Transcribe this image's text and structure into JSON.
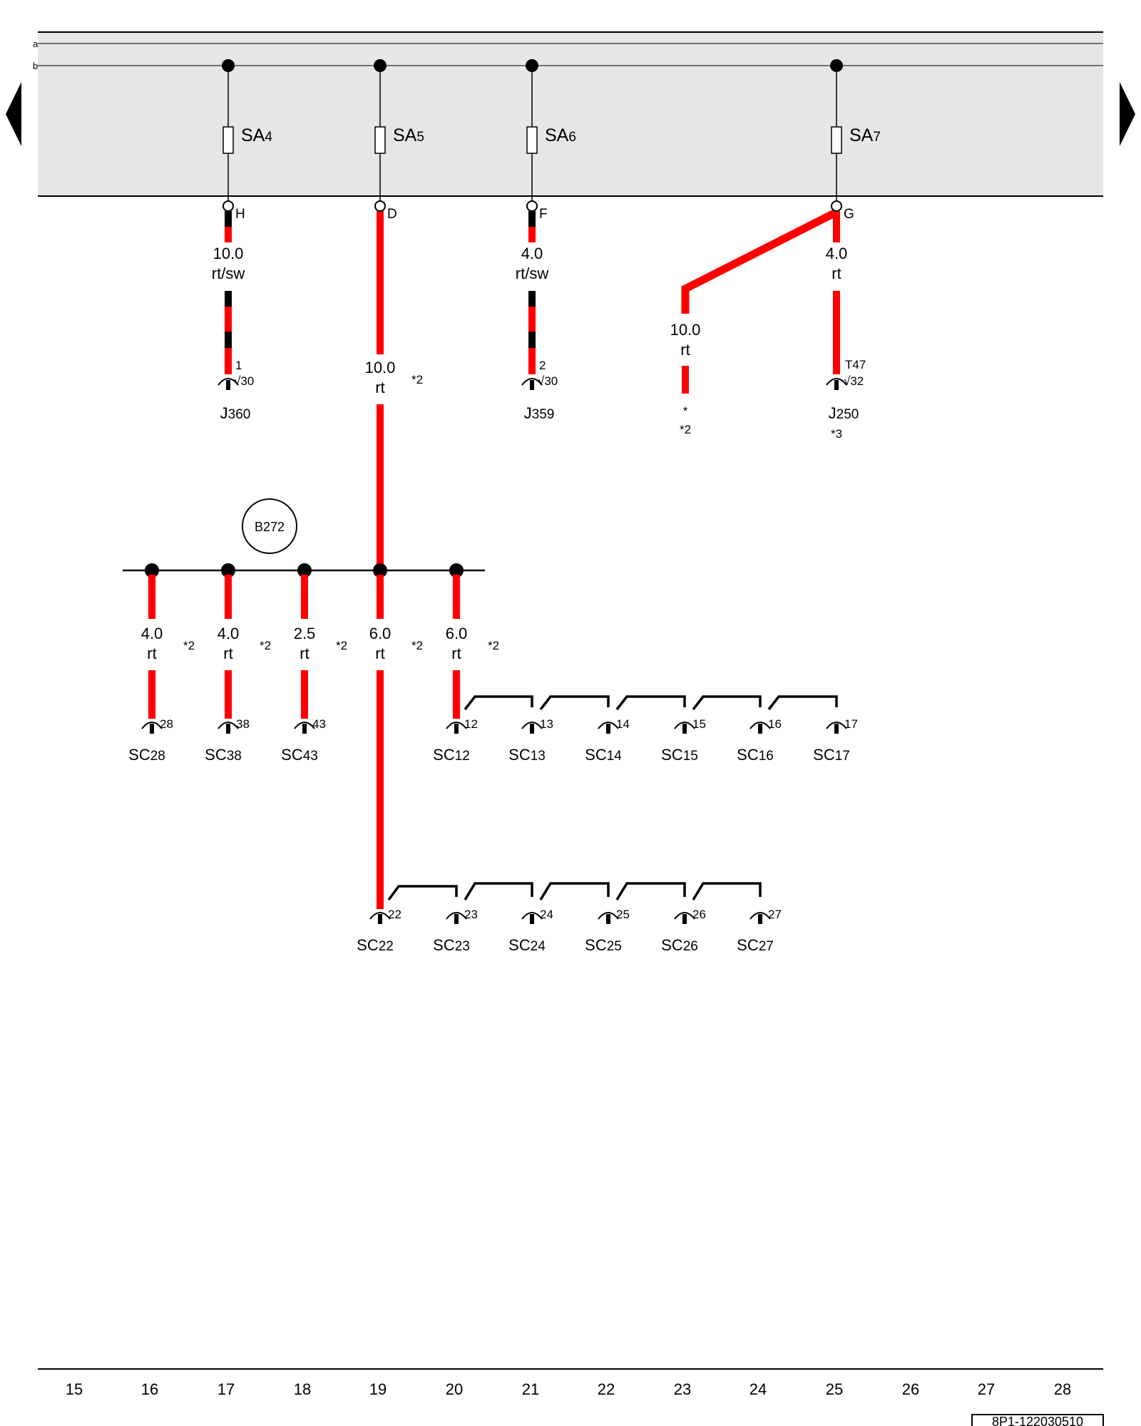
{
  "rails": {
    "a": "a",
    "b": "b"
  },
  "fuses": [
    {
      "id": "sa4",
      "label": "SA",
      "sub": "4"
    },
    {
      "id": "sa5",
      "label": "SA",
      "sub": "5"
    },
    {
      "id": "sa6",
      "label": "SA",
      "sub": "6"
    },
    {
      "id": "sa7",
      "label": "SA",
      "sub": "7"
    }
  ],
  "terminals": {
    "h": "H",
    "d": "D",
    "f": "F",
    "g": "G"
  },
  "wires": {
    "w_h": {
      "size": "10.0",
      "color": "rt/sw"
    },
    "w_d": {
      "size": "10.0",
      "color": "rt",
      "note": "*2"
    },
    "w_f": {
      "size": "4.0",
      "color": "rt/sw"
    },
    "w_g": {
      "size": "4.0",
      "color": "rt"
    },
    "w_g2": {
      "size": "10.0",
      "color": "rt",
      "note1": "*",
      "note2": "*2"
    },
    "w_28": {
      "size": "4.0",
      "color": "rt",
      "note": "*2"
    },
    "w_38": {
      "size": "4.0",
      "color": "rt",
      "note": "*2"
    },
    "w_43": {
      "size": "2.5",
      "color": "rt",
      "note": "*2"
    },
    "w_22": {
      "size": "6.0",
      "color": "rt",
      "note": "*2"
    },
    "w_12": {
      "size": "6.0",
      "color": "rt",
      "note": "*2"
    }
  },
  "components": {
    "j360": {
      "pin_top": "1",
      "pin": "30",
      "prefix": "J",
      "sub": "360"
    },
    "j359": {
      "pin_top": "2",
      "pin": "30",
      "prefix": "J",
      "sub": "359"
    },
    "j250": {
      "pin_top": "T47",
      "pin": "32",
      "prefix": "J",
      "sub": "250",
      "note": "*3"
    }
  },
  "splice": {
    "label": "B272"
  },
  "sc_upper": [
    {
      "pin": "28",
      "prefix": "SC",
      "sub": "28"
    },
    {
      "pin": "38",
      "prefix": "SC",
      "sub": "38"
    },
    {
      "pin": "43",
      "prefix": "SC",
      "sub": "43"
    },
    {
      "pin": "12",
      "prefix": "SC",
      "sub": "12"
    },
    {
      "pin": "13",
      "prefix": "SC",
      "sub": "13"
    },
    {
      "pin": "14",
      "prefix": "SC",
      "sub": "14"
    },
    {
      "pin": "15",
      "prefix": "SC",
      "sub": "15"
    },
    {
      "pin": "16",
      "prefix": "SC",
      "sub": "16"
    },
    {
      "pin": "17",
      "prefix": "SC",
      "sub": "17"
    }
  ],
  "sc_lower": [
    {
      "pin": "22",
      "prefix": "SC",
      "sub": "22"
    },
    {
      "pin": "23",
      "prefix": "SC",
      "sub": "23"
    },
    {
      "pin": "24",
      "prefix": "SC",
      "sub": "24"
    },
    {
      "pin": "25",
      "prefix": "SC",
      "sub": "25"
    },
    {
      "pin": "26",
      "prefix": "SC",
      "sub": "26"
    },
    {
      "pin": "27",
      "prefix": "SC",
      "sub": "27"
    }
  ],
  "grid_numbers": [
    "15",
    "16",
    "17",
    "18",
    "19",
    "20",
    "21",
    "22",
    "23",
    "24",
    "25",
    "26",
    "27",
    "28"
  ],
  "doc_id": "8P1-122030510",
  "colors": {
    "wire": "#ff0000",
    "panel": "#e6e6e6"
  },
  "icons": {
    "prev": "arrow-left-icon",
    "next": "arrow-right-icon"
  }
}
